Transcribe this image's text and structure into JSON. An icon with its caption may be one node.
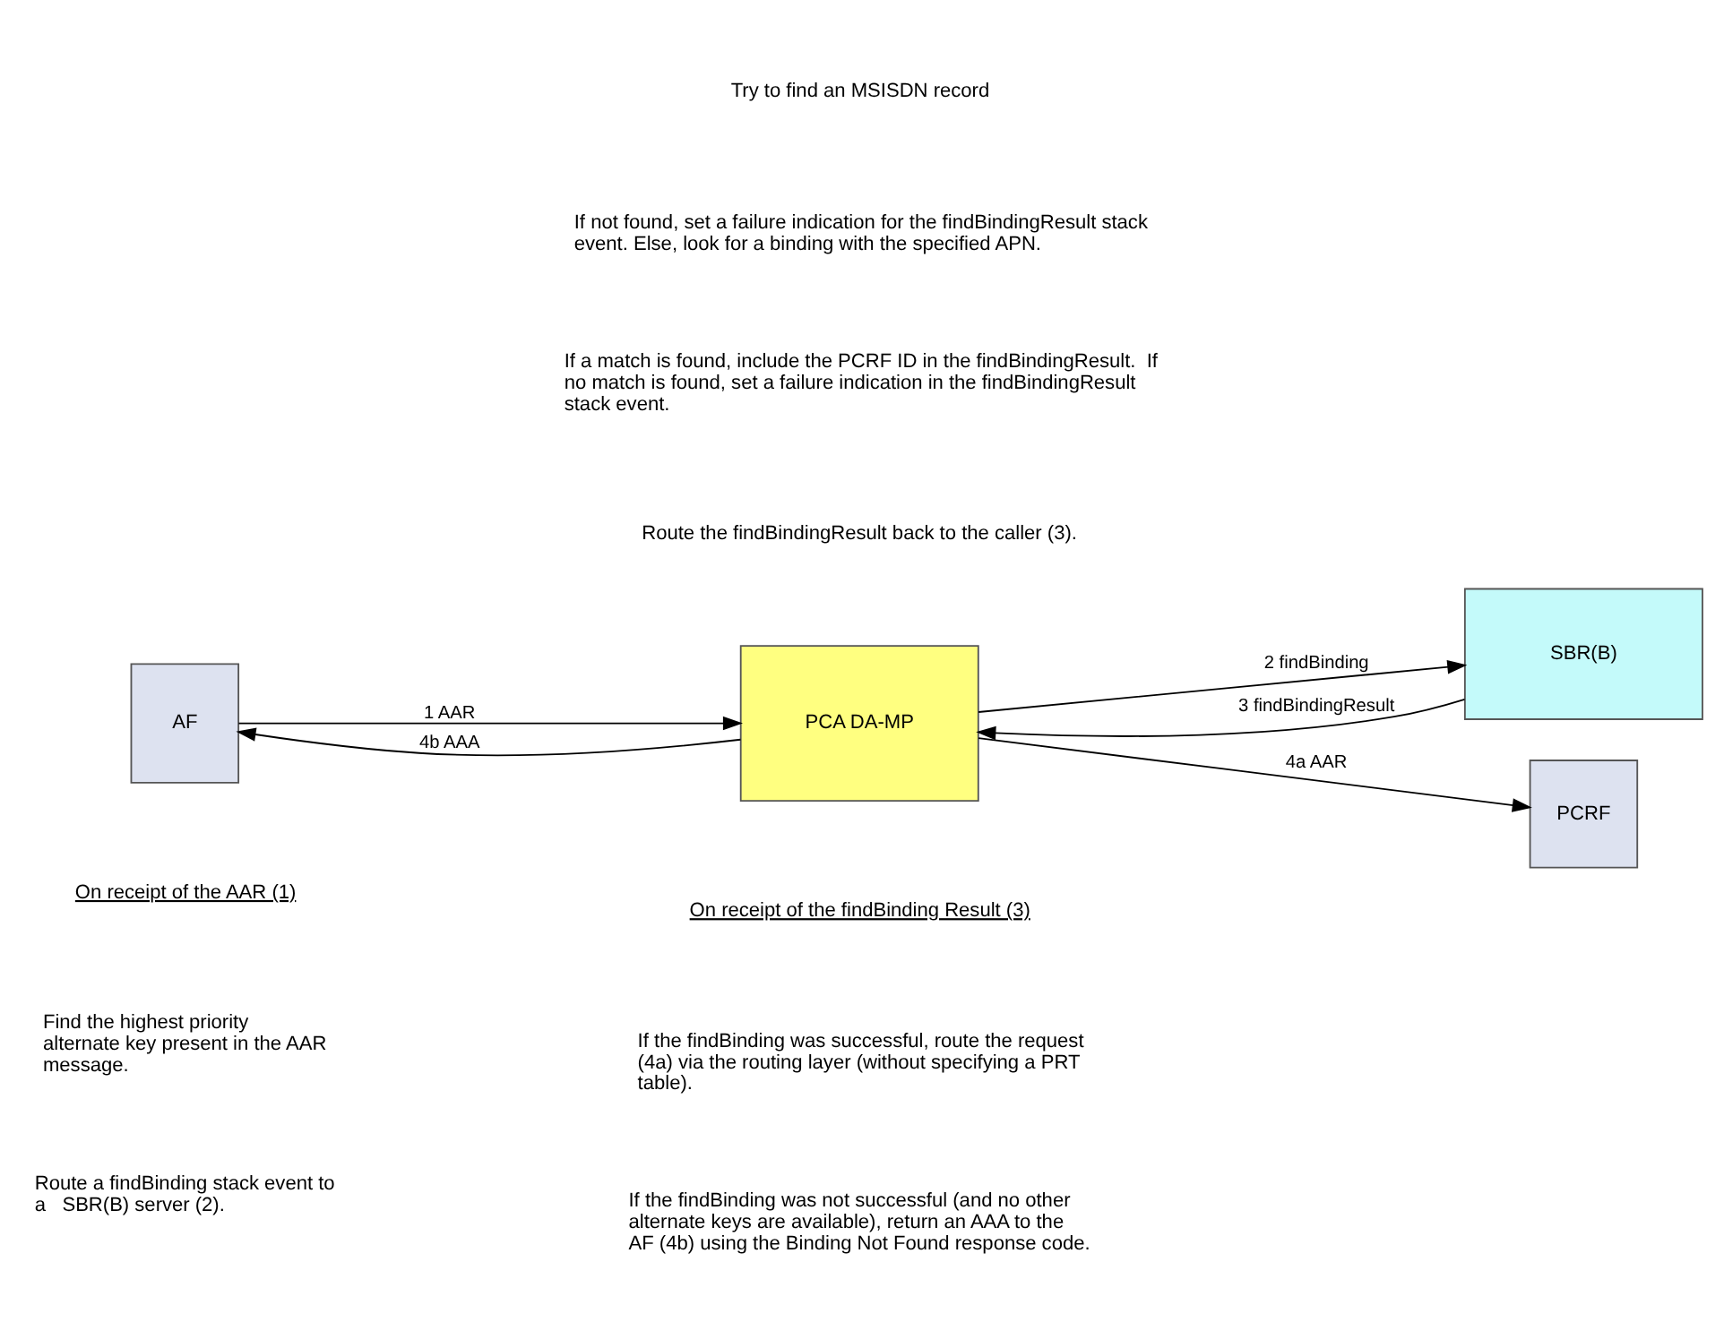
{
  "diagram": {
    "nodes": [
      {
        "text": [
          "AF"
        ]
      },
      {
        "text": [
          "PCA DA-MP"
        ]
      },
      {
        "text": [
          "SBR(B)"
        ]
      },
      {
        "text": [
          "PCRF"
        ]
      }
    ],
    "edges": [
      {
        "from": 0,
        "to": 1,
        "arrow": "to",
        "label": "1 AAR"
      },
      {
        "from": 1,
        "to": 2,
        "arrow": "to",
        "label": "2 findBinding"
      },
      {
        "from": 2,
        "to": 1,
        "arrow": "to",
        "label": "3 findBindingResult"
      },
      {
        "from": 1,
        "to": 3,
        "arrow": "to",
        "label": "4a AAR"
      },
      {
        "from": 1,
        "to": 0,
        "arrow": "to",
        "label": "4b AAA"
      }
    ],
    "labels": [
      "Try to find an MSISDN record",
      "If not found, set a failure indication for the findBindingResult stack event. Else, look for a binding with the specified APN.",
      "If a match is found, include the PCRF ID in the findBindingResult.  If no match is found, set a failure indication in the findBindingResult stack event.",
      "Route the findBindingResult back to the caller (3).",
      "On receipt of the AAR (1)",
      "Find the highest priority alternate key present in the AAR message.",
      "Route a findBinding stack event to a   SBR(B) server (2).",
      "On receipt of the findBinding Result (3)",
      "If the findBinding was successful, route the request (4a) via the routing layer (without specifying a PRT table).",
      "If the findBinding was not successful (and no other alternate keys are available), return an AAA to the AF (4b) using the Binding Not Found response code."
    ]
  }
}
